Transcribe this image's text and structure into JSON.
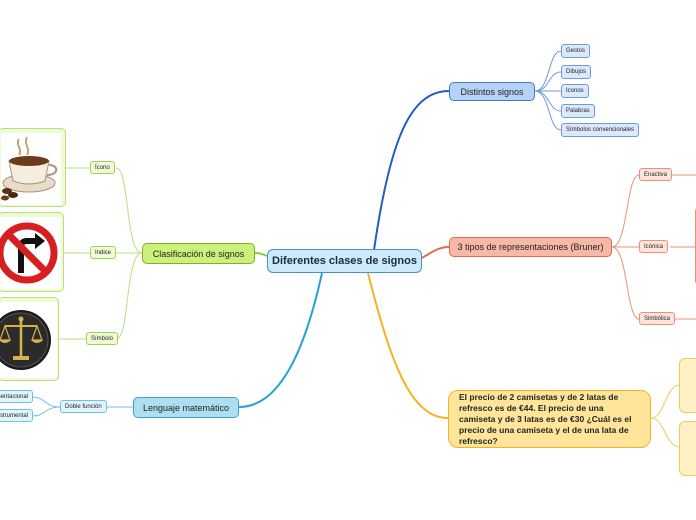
{
  "central": {
    "label": "Diferentes clases de signos"
  },
  "branches": {
    "distintos": {
      "label": "Distintos signos",
      "color": "#1f5fc4",
      "children": [
        "Gestos",
        "Dibujos",
        "Iconos",
        "Palabras",
        "Símbolos convencionales"
      ]
    },
    "representaciones": {
      "label": "3 tipos de representaciones (Bruner)",
      "color": "#e06a52",
      "children": [
        "Enactiva",
        "Icónica",
        "Simbólica"
      ]
    },
    "clasificacion": {
      "label": "Clasificación  de signos",
      "color": "#8ccf3c",
      "children": [
        "Ícono",
        "Indice",
        "Símbolo"
      ],
      "images": [
        "coffee-cup-picture",
        "no-right-turn-sign",
        "justice-scales-picture"
      ]
    },
    "lenguaje": {
      "label": "Lenguaje matemático",
      "color": "#2aa0d8",
      "children": [
        "Doble función"
      ],
      "grandchildren": [
        "Representacional",
        "Instrumental"
      ]
    },
    "problema": {
      "label": "El precio de 2 camisetas y de 2 latas de refresco es de €44. El precio de una camiseta y de 3 latas es de €30 ¿Cuál es el precio de una camiseta y el de una lata de refresco?",
      "color": "#f2b424"
    }
  }
}
